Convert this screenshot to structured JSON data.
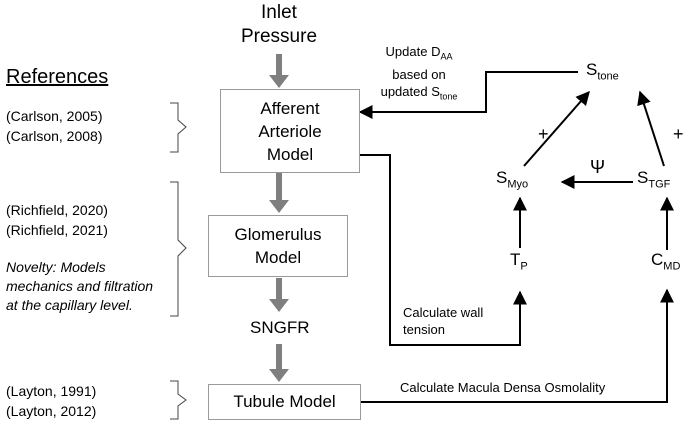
{
  "inlet": {
    "line1": "Inlet",
    "line2": "Pressure"
  },
  "references": {
    "heading": "References",
    "afferent": [
      "(Carlson, 2005)",
      "(Carlson, 2008)"
    ],
    "glomerulus": [
      "(Richfield, 2020)",
      "(Richfield, 2021)"
    ],
    "novelty": [
      "Novelty: Models",
      "mechanics and filtration",
      "at the capillary level."
    ],
    "tubule": [
      "(Layton, 1991)",
      "(Layton, 2012)"
    ]
  },
  "boxes": {
    "afferent": [
      "Afferent",
      "Arteriole",
      "Model"
    ],
    "glomerulus": [
      "Glomerulus",
      "Model"
    ],
    "tubule": "Tubule Model"
  },
  "sngfr": "SNGFR",
  "annotations": {
    "update": {
      "line1": "Update D",
      "line1_sub": "AA",
      "line2": "based on",
      "line3": "updated S",
      "line3_sub": "tone"
    },
    "wall": [
      "Calculate wall",
      "tension"
    ],
    "macula": "Calculate Macula Densa Osmolality"
  },
  "nodes": {
    "stone": {
      "main": "S",
      "sub": "tone"
    },
    "smyo": {
      "main": "S",
      "sub": "Myo"
    },
    "stgf": {
      "main": "S",
      "sub": "TGF"
    },
    "tp": {
      "main": "T",
      "sub": "P"
    },
    "cmd": {
      "main": "C",
      "sub": "MD"
    },
    "psi": "Ψ",
    "plus_left": "+",
    "plus_right": "+"
  }
}
